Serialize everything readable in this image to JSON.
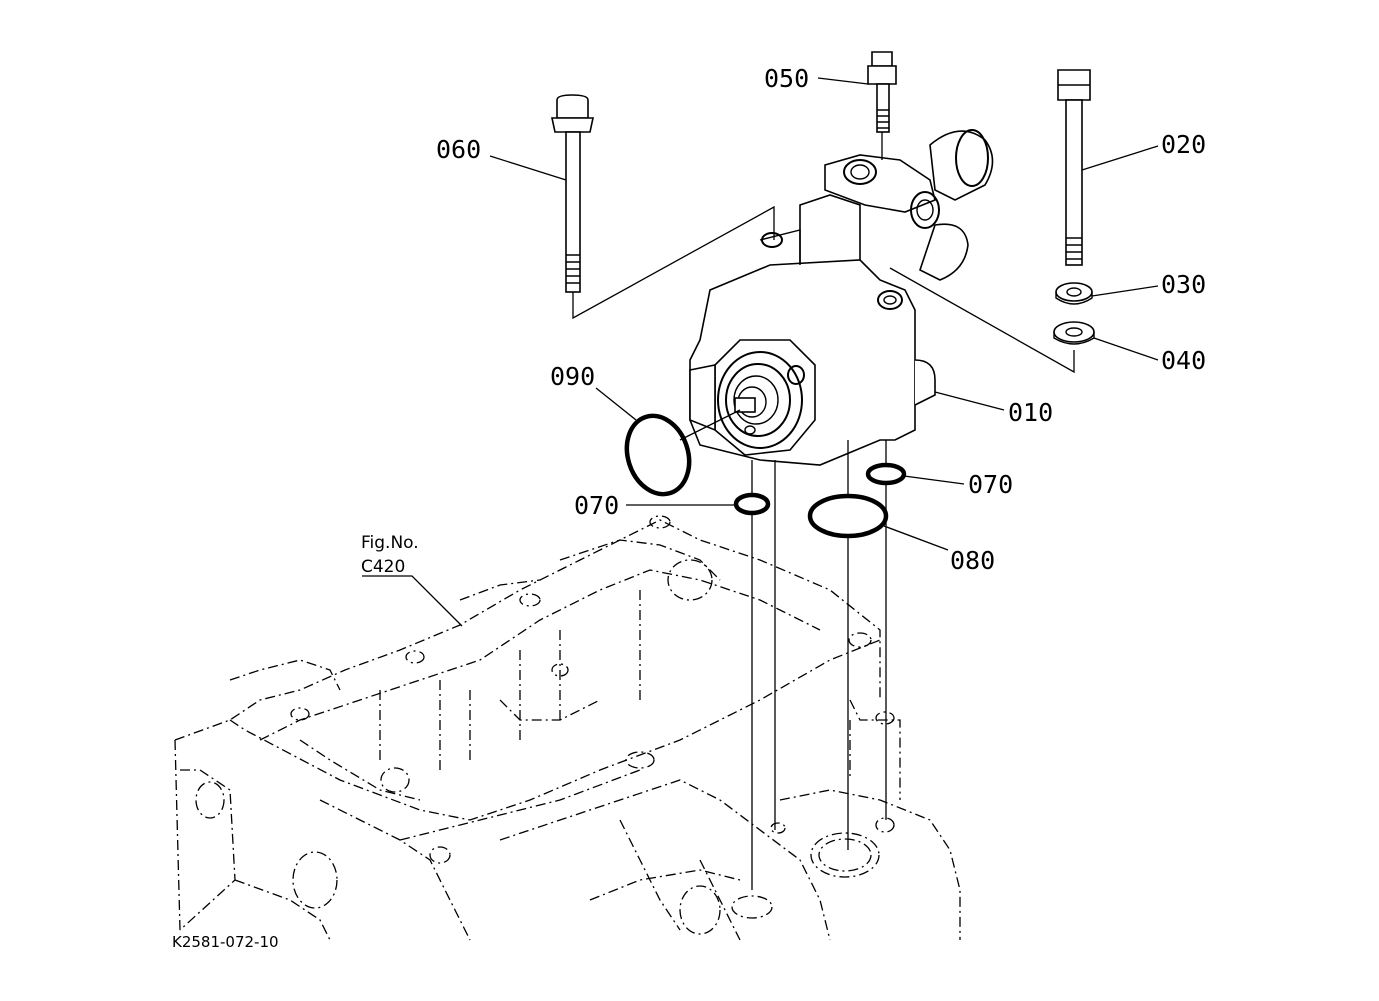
{
  "diagram": {
    "part_labels": {
      "p010": "010",
      "p020": "020",
      "p030": "030",
      "p040": "040",
      "p050": "050",
      "p060": "060",
      "p070a": "070",
      "p070b": "070",
      "p080": "080",
      "p090": "090"
    },
    "figure_ref": {
      "line1": "Fig.No.",
      "line2": "C420"
    },
    "drawing_code": "K2581-072-10"
  }
}
